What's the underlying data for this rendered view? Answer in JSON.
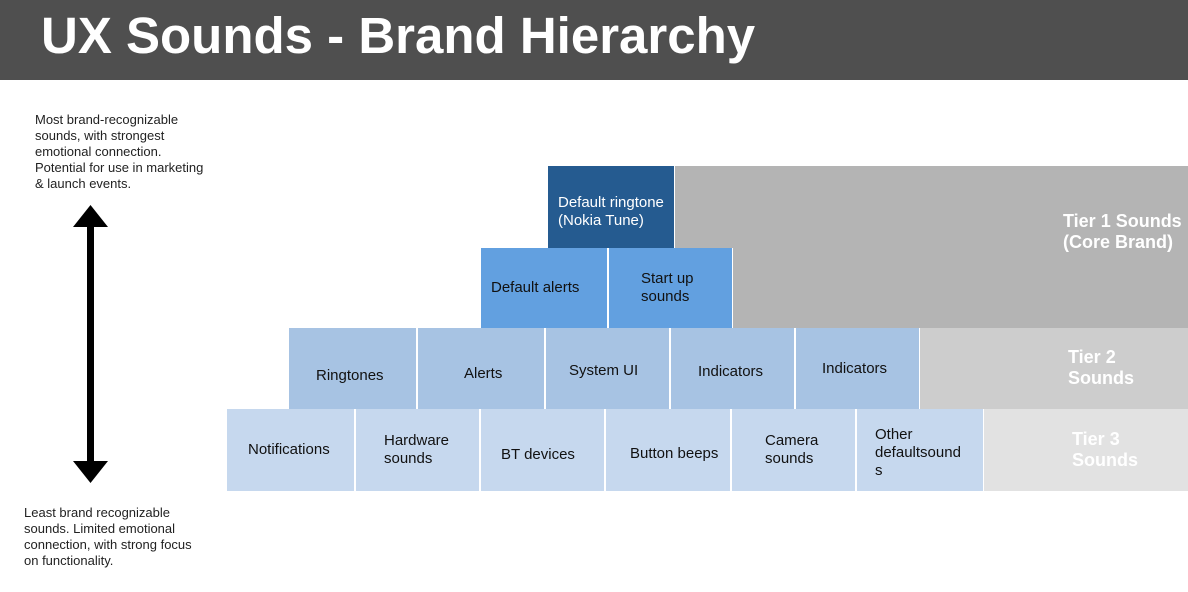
{
  "header": {
    "title": "UX Sounds - Brand Hierarchy"
  },
  "notes": {
    "top": "Most brand-recognizable sounds, with strongest emotional connection. Potential for use in marketing & launch events.",
    "bottom": "Least brand recognizable sounds. Limited emotional connection, with strong focus on functionality."
  },
  "tiers": {
    "tier1": {
      "label": "Tier 1 Sounds (Core Brand)",
      "color": "#b4b4b4"
    },
    "tier2": {
      "label": "Tier 2 Sounds",
      "color": "#cdcdcd"
    },
    "tier3": {
      "label": "Tier 3 Sounds",
      "color": "#e2e2e2"
    }
  },
  "pyramid": {
    "row1": [
      "Default ringtone (Nokia Tune)"
    ],
    "row2": [
      "Default alerts",
      "Start up sounds"
    ],
    "row3": [
      "Ringtones",
      "Alerts",
      "System UI",
      "Indicators",
      "Indicators"
    ],
    "row4": [
      "Notifications",
      "Hardware sounds",
      "BT devices",
      "Button beeps",
      "Camera sounds",
      "Other defaultsound s"
    ]
  },
  "colors": {
    "row1": "#255b90",
    "row2": "#62a0e0",
    "row3": "#a7c3e3",
    "row4": "#c6d8ee",
    "header": "#4f4f4f"
  },
  "icons": {
    "axis": "double-headed-vertical-arrow"
  }
}
